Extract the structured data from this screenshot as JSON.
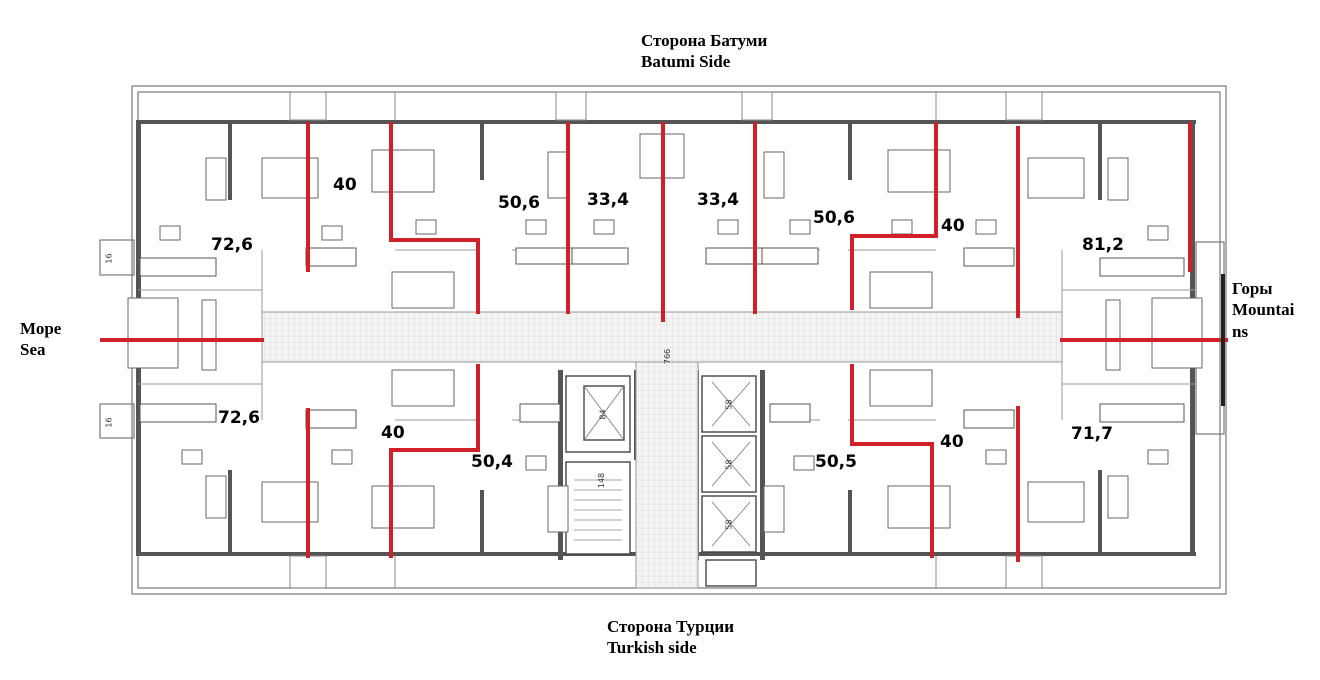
{
  "labels": {
    "north_ru": "Сторона Батуми",
    "north_en": "Batumi Side",
    "south_ru": "Сторона Турции",
    "south_en": "Turkish side",
    "west_ru": "Море",
    "west_en": "Sea",
    "east_ru": "Горы",
    "east_en_1": "Mountai",
    "east_en_2": "ns"
  },
  "areas": {
    "a1": "40",
    "a2": "50,6",
    "a3": "33,4",
    "a4": "33,4",
    "a5": "50,6",
    "a6": "40",
    "a7": "81,2",
    "a8": "72,6",
    "a9": "72,6",
    "a10": "40",
    "a11": "50,4",
    "a12": "50,5",
    "a13": "40",
    "a14": "71,7"
  },
  "small_labels": {
    "balcony_w_top": "16 ",
    "balcony_w_bot": "16 ",
    "corridor": "766",
    "elevator_a": "84 ",
    "stairs": "148 ",
    "elevator_b1": "58 ",
    "elevator_b2": "58 ",
    "elevator_b3": "58 "
  },
  "colors": {
    "divider": "#d0202a",
    "wall": "#5a5a5a",
    "corridor_tile": "#d8d8d8"
  }
}
